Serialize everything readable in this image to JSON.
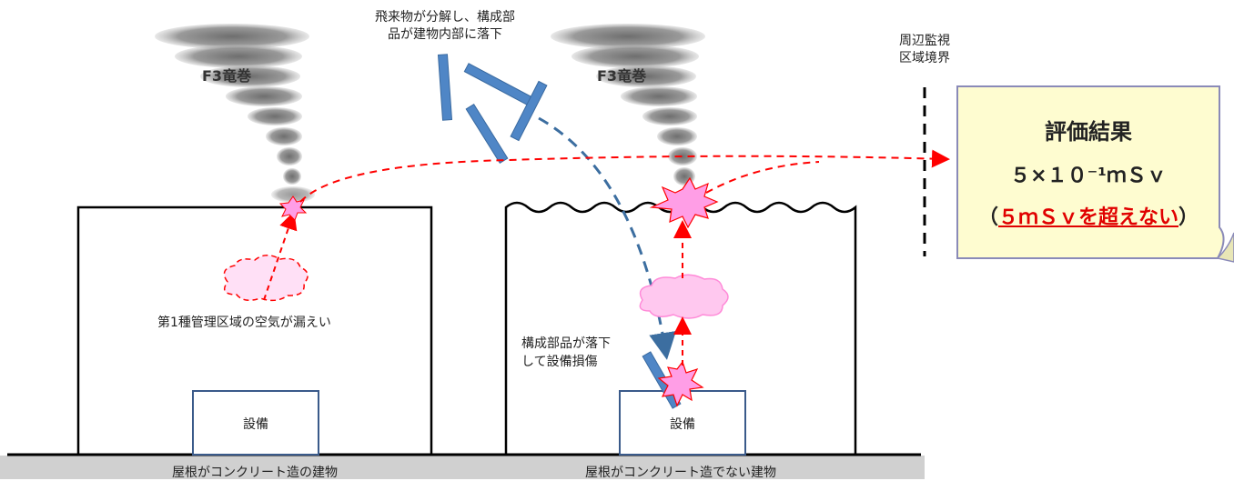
{
  "tornado_left_label": "F3竜巻",
  "tornado_right_label": "F3竜巻",
  "debris_note": [
    "飛来物が分解し、構成部",
    "品が建物内部に落下"
  ],
  "boundary_label": [
    "周辺監視",
    "区域境界"
  ],
  "leak_label": "第1種管理区域の空気が漏えい",
  "parts_fall_label": [
    "構成部品が落下",
    "して設備損傷"
  ],
  "equipment_left": "設備",
  "equipment_right": "設備",
  "ground_left": "屋根がコンクリート造の建物",
  "ground_right": "屋根がコンクリート造でない建物",
  "result": {
    "title": "評価結果",
    "value": "５×１０⁻¹ｍＳｖ",
    "note_open": "（",
    "note_main": "５ｍＳｖを超えない",
    "note_close": "）"
  },
  "colors": {
    "flow_arrow": "#ff0000",
    "debris": "#4f86c6",
    "debris_path": "#3c6ea0",
    "cloud_fill": "#ffc8ef",
    "burst_fill": "#ff9ee6",
    "result_bg": "#fefcd0",
    "ground": "#d0d0d0"
  }
}
